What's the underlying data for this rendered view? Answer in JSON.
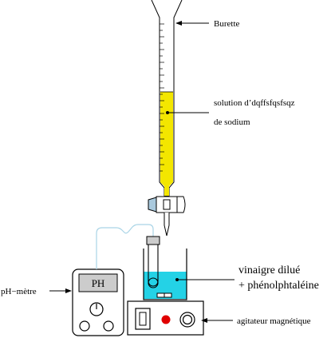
{
  "labels": {
    "burette": "Burette",
    "solution_line1": "solution d’dqffsfqsfsqz",
    "solution_line2": "de sodium",
    "vinegar_line1": "vinaigre dilué",
    "vinegar_line2": "+ phénolphtaléine",
    "ph_meter": "pH−mètre",
    "stirrer": "agitateur magnétique",
    "ph_screen": "PH"
  },
  "colors": {
    "burette_solution": "#f3e600",
    "beaker_liquid": "#24d2e6",
    "stirrer_dot": "#e00000",
    "cable": "#a9d4e6",
    "valve": "#a9c9dd"
  }
}
